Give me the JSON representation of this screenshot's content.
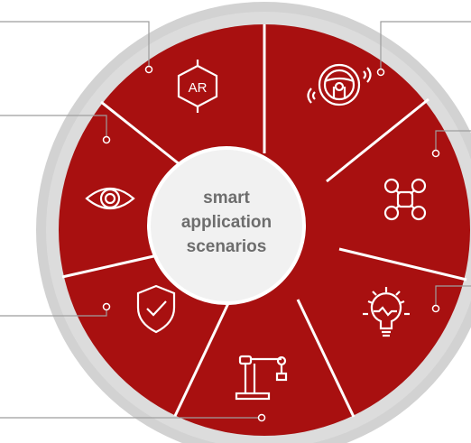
{
  "center": {
    "line1": "smart",
    "line2": "application",
    "line3": "scenarios"
  },
  "icons": {
    "ar_label": "AR"
  },
  "segments": [
    {
      "icon": "ar-icon"
    },
    {
      "icon": "steering-wheel-icon"
    },
    {
      "icon": "drone-icon"
    },
    {
      "icon": "idea-bulb-icon"
    },
    {
      "icon": "robot-arm-icon"
    },
    {
      "icon": "shield-check-icon"
    },
    {
      "icon": "eye-icon"
    }
  ],
  "colors": {
    "segment": "#a81010",
    "outer_ring": "#cfcfcf",
    "center": "#f1f1f1",
    "center_text": "#6d6d6d",
    "connector": "#9e9e9e",
    "icon_stroke": "#ffffff"
  }
}
